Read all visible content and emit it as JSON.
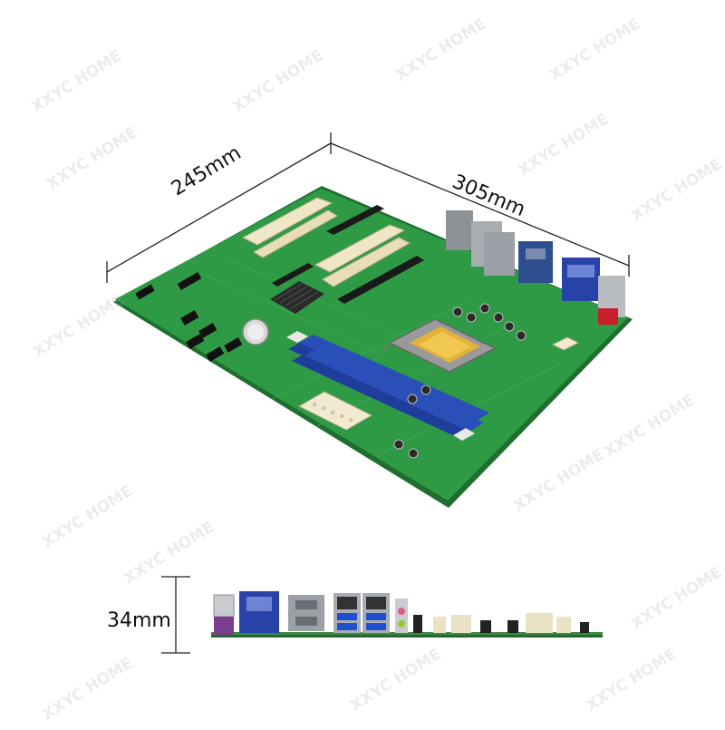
{
  "dimensions": {
    "length": "305mm",
    "width": "245mm",
    "height": "34mm"
  },
  "watermark": "XXYC HOME",
  "colors": {
    "pcb": "#2f9a45",
    "pcb_edge": "#1f6e30",
    "dimm_slot": "#1f3e9c",
    "pci_slot": "#efe6c8",
    "background": "#ffffff"
  }
}
